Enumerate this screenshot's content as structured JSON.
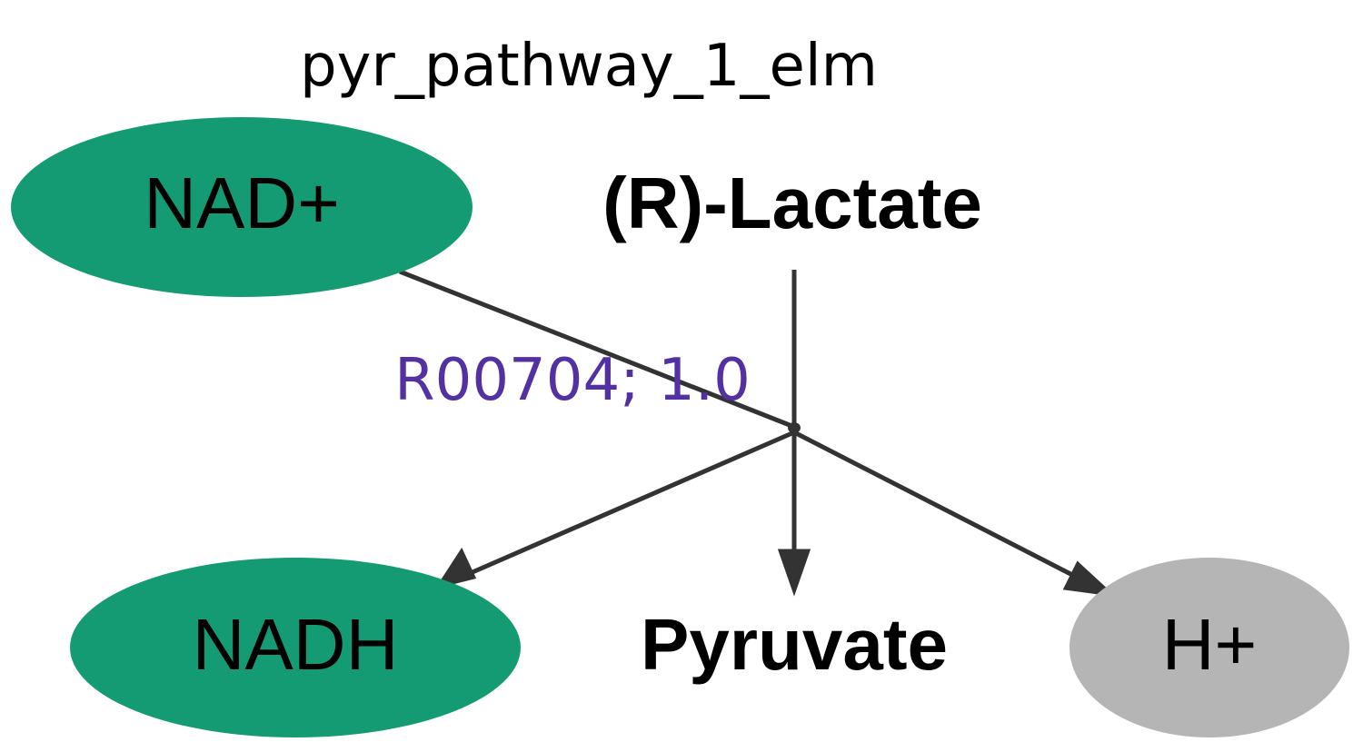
{
  "graph": {
    "title": "pyr_pathway_1_elm"
  },
  "colors": {
    "cofactor": "#159b74",
    "proton": "#b5b5b5",
    "edge": "#333333",
    "reaction_label": "#5331a2"
  },
  "nodes": {
    "nad_plus": {
      "label": "NAD+"
    },
    "r_lactate": {
      "label": "(R)-Lactate"
    },
    "nadh": {
      "label": "NADH"
    },
    "pyruvate": {
      "label": "Pyruvate"
    },
    "h_plus": {
      "label": "H+"
    }
  },
  "reaction": {
    "label": "R00704; 1.0"
  }
}
